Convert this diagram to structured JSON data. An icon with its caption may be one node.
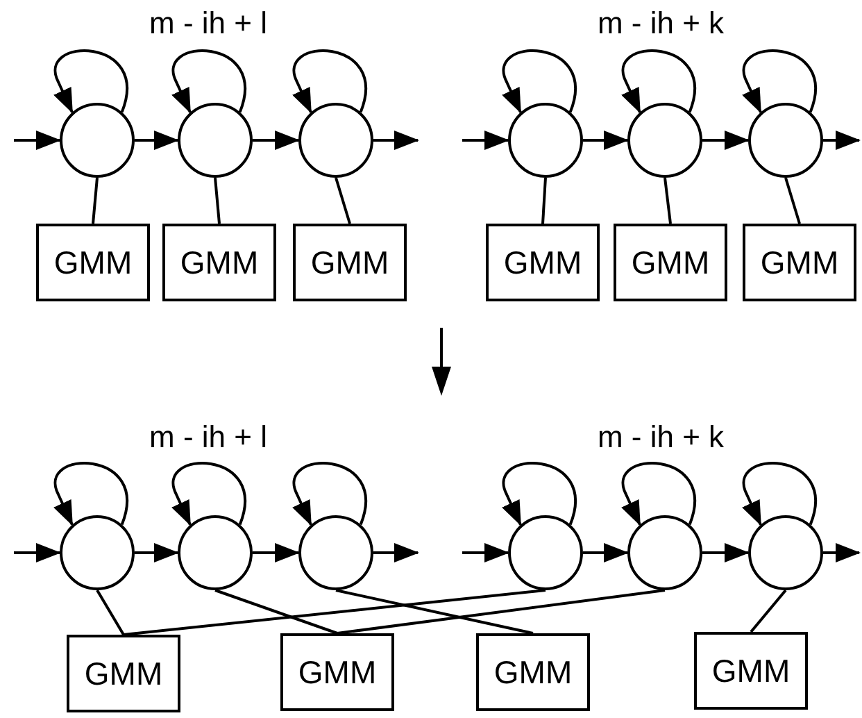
{
  "diagram": {
    "nodes": [
      {
        "text": [],
        "shape": "circle"
      },
      {
        "text": [],
        "shape": "circle"
      },
      {
        "text": [],
        "shape": "circle"
      },
      {
        "text": [],
        "shape": "circle"
      },
      {
        "text": [],
        "shape": "circle"
      },
      {
        "text": [],
        "shape": "circle"
      },
      {
        "text": [
          "GMM"
        ]
      },
      {
        "text": [
          "GMM"
        ]
      },
      {
        "text": [
          "GMM"
        ]
      },
      {
        "text": [
          "GMM"
        ]
      },
      {
        "text": [
          "GMM"
        ]
      },
      {
        "text": [
          "GMM"
        ]
      },
      {
        "text": [],
        "shape": "circle"
      },
      {
        "text": [],
        "shape": "circle"
      },
      {
        "text": [],
        "shape": "circle"
      },
      {
        "text": [],
        "shape": "circle"
      },
      {
        "text": [],
        "shape": "circle"
      },
      {
        "text": [],
        "shape": "circle"
      },
      {
        "text": [
          "GMM"
        ]
      },
      {
        "text": [
          "GMM"
        ]
      },
      {
        "text": [
          "GMM"
        ]
      },
      {
        "text": [
          "GMM"
        ]
      }
    ],
    "edges": [
      {
        "from": null,
        "to": 0,
        "arrow": "to"
      },
      {
        "from": 0,
        "to": 0,
        "arrow": "to"
      },
      {
        "from": 0,
        "to": 1,
        "arrow": "to"
      },
      {
        "from": 1,
        "to": 1,
        "arrow": "to"
      },
      {
        "from": 1,
        "to": 2,
        "arrow": "to"
      },
      {
        "from": 2,
        "to": 2,
        "arrow": "to"
      },
      {
        "from": 2,
        "to": null,
        "arrow": "to"
      },
      {
        "from": null,
        "to": 3,
        "arrow": "to"
      },
      {
        "from": 3,
        "to": 3,
        "arrow": "to"
      },
      {
        "from": 3,
        "to": 4,
        "arrow": "to"
      },
      {
        "from": 4,
        "to": 4,
        "arrow": "to"
      },
      {
        "from": 4,
        "to": 5,
        "arrow": "to"
      },
      {
        "from": 5,
        "to": 5,
        "arrow": "to"
      },
      {
        "from": 5,
        "to": null,
        "arrow": "to"
      },
      {
        "from": 0,
        "to": 6,
        "arrow": "none"
      },
      {
        "from": 1,
        "to": 7,
        "arrow": "none"
      },
      {
        "from": 2,
        "to": 8,
        "arrow": "none"
      },
      {
        "from": 3,
        "to": 9,
        "arrow": "none"
      },
      {
        "from": 4,
        "to": 10,
        "arrow": "none"
      },
      {
        "from": 5,
        "to": 11,
        "arrow": "none"
      },
      {
        "from": null,
        "to": 12,
        "arrow": "to"
      },
      {
        "from": 12,
        "to": 12,
        "arrow": "to"
      },
      {
        "from": 12,
        "to": 13,
        "arrow": "to"
      },
      {
        "from": 13,
        "to": 13,
        "arrow": "to"
      },
      {
        "from": 13,
        "to": 14,
        "arrow": "to"
      },
      {
        "from": 14,
        "to": 14,
        "arrow": "to"
      },
      {
        "from": 14,
        "to": null,
        "arrow": "to"
      },
      {
        "from": null,
        "to": 15,
        "arrow": "to"
      },
      {
        "from": 15,
        "to": 15,
        "arrow": "to"
      },
      {
        "from": 15,
        "to": 16,
        "arrow": "to"
      },
      {
        "from": 16,
        "to": 16,
        "arrow": "to"
      },
      {
        "from": 16,
        "to": 17,
        "arrow": "to"
      },
      {
        "from": 17,
        "to": 17,
        "arrow": "to"
      },
      {
        "from": 17,
        "to": null,
        "arrow": "to"
      },
      {
        "from": 12,
        "to": 18,
        "arrow": "none"
      },
      {
        "from": 13,
        "to": 19,
        "arrow": "none"
      },
      {
        "from": 14,
        "to": 20,
        "arrow": "none"
      },
      {
        "from": 15,
        "to": 18,
        "arrow": "none"
      },
      {
        "from": 16,
        "to": 19,
        "arrow": "none"
      },
      {
        "from": 17,
        "to": 21,
        "arrow": "none"
      }
    ],
    "labels": [
      "m - ih + l",
      "m - ih + k",
      "m - ih + l",
      "m - ih + k"
    ]
  }
}
